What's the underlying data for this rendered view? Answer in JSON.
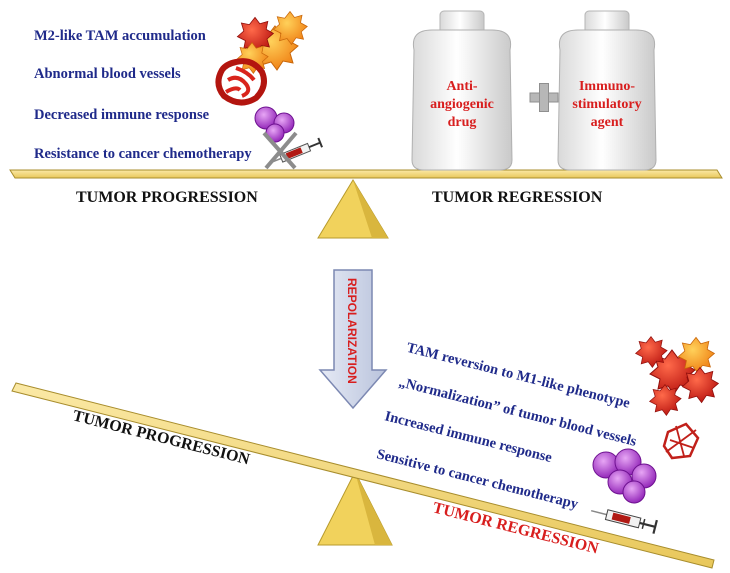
{
  "top_panel": {
    "features": [
      "M2-like TAM accumulation",
      "Abnormal blood vessels",
      "Decreased immune response",
      "Resistance to cancer chemotherapy"
    ],
    "weight_left": [
      "Anti-",
      "angiogenic",
      "drug"
    ],
    "weight_right": [
      "Immuno-",
      "stimulatory",
      "agent"
    ],
    "left_label": "TUMOR PROGRESSION",
    "right_label": "TUMOR REGRESSION"
  },
  "arrow_label": "REPOLARIZATION",
  "bottom_panel": {
    "features": [
      "TAM reversion to M1-like phenotype",
      "„Normalization” of tumor blood vessels",
      "Increased immune response",
      "Sensitive to cancer chemotherapy"
    ],
    "left_label": "TUMOR PROGRESSION",
    "right_label": "TUMOR REGRESSION"
  },
  "colors": {
    "beam": "#f4d77a",
    "fulcrum": "#f1d25c",
    "blue_text": "#1f2a8a",
    "red_text": "#d81e1e",
    "m2_cells": "#f59a1e",
    "m1_cells": "#d9241c",
    "immune_cells": "#a83dcc"
  },
  "icons": [
    "macrophage-cluster-icon",
    "blood-vessel-icon",
    "immune-cell-icon",
    "syringe-icon",
    "weight-icon",
    "plus-icon",
    "arrow-down-icon"
  ]
}
